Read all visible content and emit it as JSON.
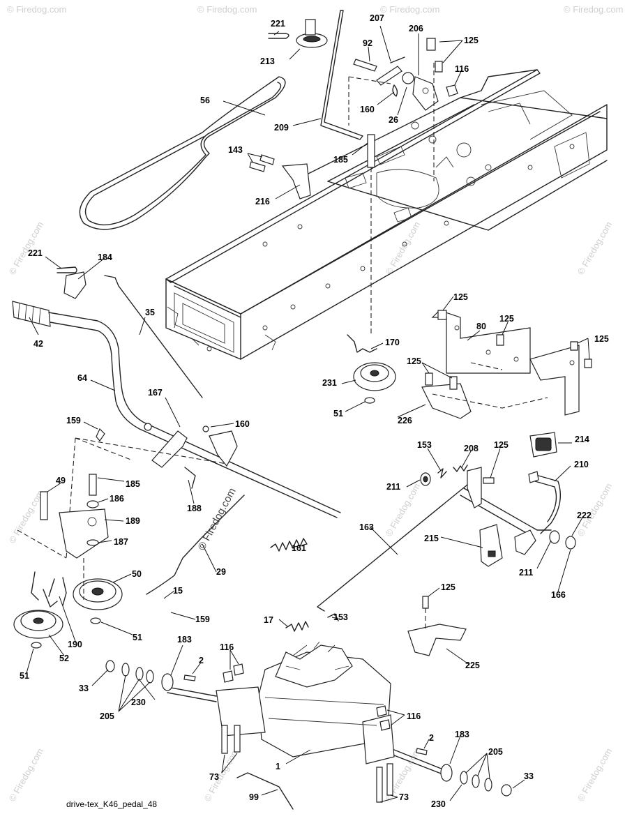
{
  "watermark_text": "© Firedog.com",
  "footer": "drive-tex_K46_pedal_48",
  "callouts": {
    "c221a": "221",
    "c213": "213",
    "c207": "207",
    "c92": "92",
    "c206": "206",
    "c125a": "125",
    "c116a": "116",
    "c56": "56",
    "c160a": "160",
    "c26": "26",
    "c209": "209",
    "c185a": "185",
    "c143": "143",
    "c216": "216",
    "c221b": "221",
    "c184": "184",
    "c35": "35",
    "c42": "42",
    "c125b": "125",
    "c80": "80",
    "c125c": "125",
    "c125d": "125",
    "c170": "170",
    "c125e": "125",
    "c231": "231",
    "c51a": "51",
    "c226": "226",
    "c64": "64",
    "c167": "167",
    "c160b": "160",
    "c159a": "159",
    "c49": "49",
    "c185b": "185",
    "c186": "186",
    "c188": "188",
    "c189": "189",
    "c187": "187",
    "c153a": "153",
    "c208": "208",
    "c125f": "125",
    "c214": "214",
    "c210": "210",
    "c211a": "211",
    "c222": "222",
    "c163": "163",
    "c161": "161",
    "c29": "29",
    "c215": "215",
    "c211b": "211",
    "c166": "166",
    "c50": "50",
    "c15": "15",
    "c159b": "159",
    "c125g": "125",
    "c17": "17",
    "c153b": "153",
    "c190": "190",
    "c51b": "51",
    "c52": "52",
    "c51c": "51",
    "c225": "225",
    "c183a": "183",
    "c116b": "116",
    "c2a": "2",
    "c33a": "33",
    "c205a": "205",
    "c230a": "230",
    "c116c": "116",
    "c2b": "2",
    "c183b": "183",
    "c1": "1",
    "c73a": "73",
    "c205b": "205",
    "c33b": "33",
    "c73b": "73",
    "c99": "99",
    "c230b": "230"
  }
}
